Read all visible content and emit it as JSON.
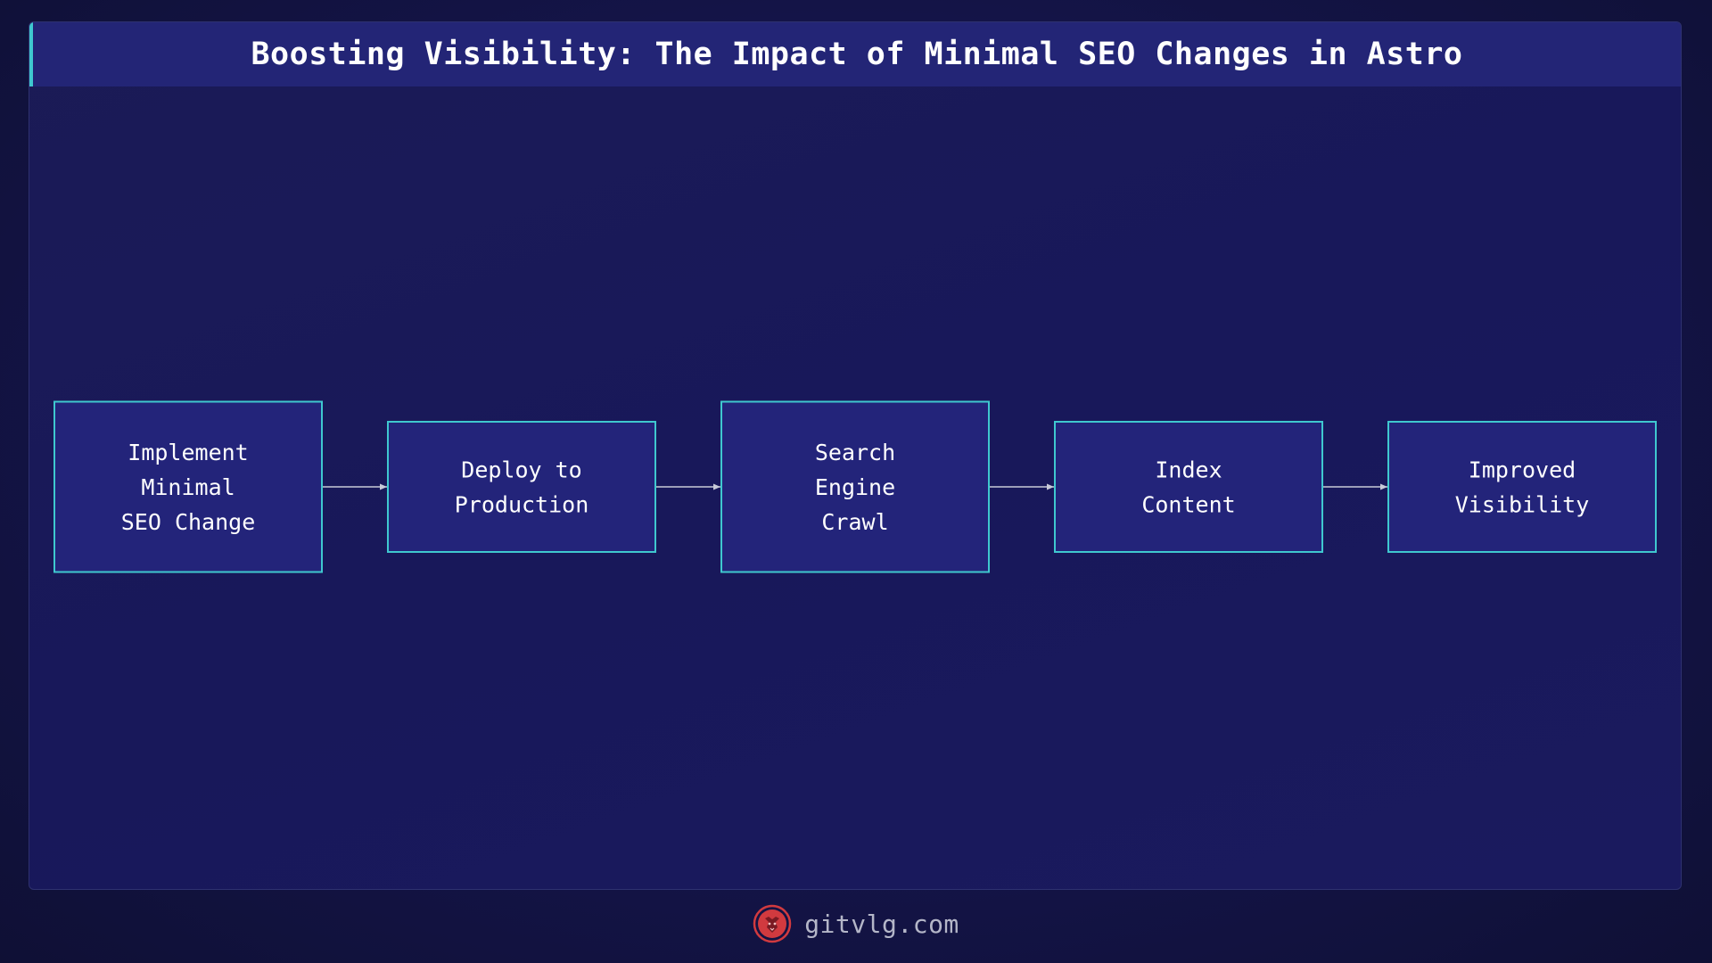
{
  "title": "Boosting Visibility: The Impact of Minimal SEO Changes in Astro",
  "footer": {
    "site": "gitvlg.com",
    "logo_icon": "lion-head-icon"
  },
  "colors": {
    "background": "#141448",
    "node_fill": "#23247a",
    "node_border": "#3fc8cf",
    "title_bar": "#232576",
    "arrow": "#c8cad8",
    "logo": "#d13a3f"
  },
  "diagram": {
    "nodes": [
      {
        "id": "implement",
        "lines": [
          "Implement",
          "Minimal",
          "SEO Change"
        ]
      },
      {
        "id": "deploy",
        "lines": [
          "Deploy to",
          "Production"
        ]
      },
      {
        "id": "crawl",
        "lines": [
          "Search",
          "Engine",
          "Crawl"
        ]
      },
      {
        "id": "index",
        "lines": [
          "Index",
          "Content"
        ]
      },
      {
        "id": "visibility",
        "lines": [
          "Improved",
          "Visibility"
        ]
      }
    ],
    "edges": [
      {
        "from": "implement",
        "to": "deploy"
      },
      {
        "from": "deploy",
        "to": "crawl"
      },
      {
        "from": "crawl",
        "to": "index"
      },
      {
        "from": "index",
        "to": "visibility"
      }
    ]
  }
}
